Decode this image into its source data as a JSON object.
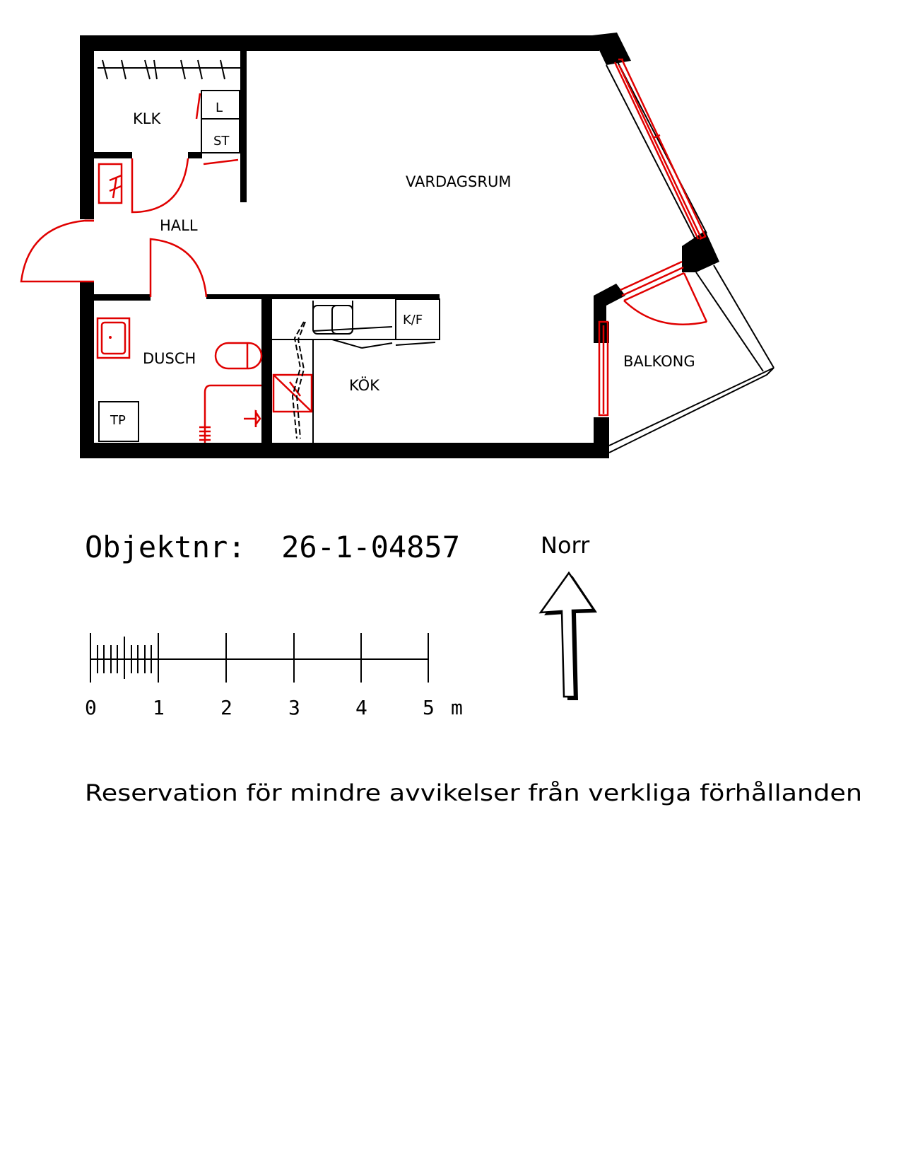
{
  "rooms": {
    "klk": "KLK",
    "hall": "HALL",
    "vardagsrum": "VARDAGSRUM",
    "dusch": "DUSCH",
    "kok": "KÖK",
    "balkong": "BALKONG"
  },
  "fixtures": {
    "l": "L",
    "st": "ST",
    "kf": "K/F",
    "tp": "TP"
  },
  "object_number": "Objektnr:  26-1-04857",
  "north_label": "Norr",
  "scale": {
    "ticks": [
      "0",
      "1",
      "2",
      "3",
      "4",
      "5"
    ],
    "unit": "m"
  },
  "disclaimer": "Reservation för mindre avvikelser från verkliga förhållanden",
  "colors": {
    "walls": "#000000",
    "fixtures": "#e00000"
  }
}
